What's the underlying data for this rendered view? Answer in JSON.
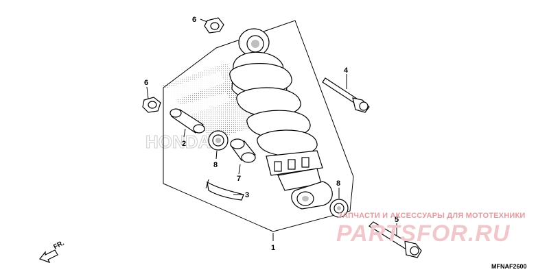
{
  "callouts": {
    "c1": "1",
    "c2": "2",
    "c3": "3",
    "c4": "4",
    "c5": "5",
    "c6a": "6",
    "c6b": "6",
    "c7": "7",
    "c8a": "8",
    "c8b": "8"
  },
  "direction_label": "FR.",
  "diagram_code": "MFNAF2600",
  "watermark": {
    "tagline": "ЗАПЧАСТИ И АКСЕССУАРЫ ДЛЯ МОТОТЕХНИКИ",
    "brand": "PARTSFOR.RU",
    "logo_text": "HONDA",
    "color": "#e39aa0"
  }
}
